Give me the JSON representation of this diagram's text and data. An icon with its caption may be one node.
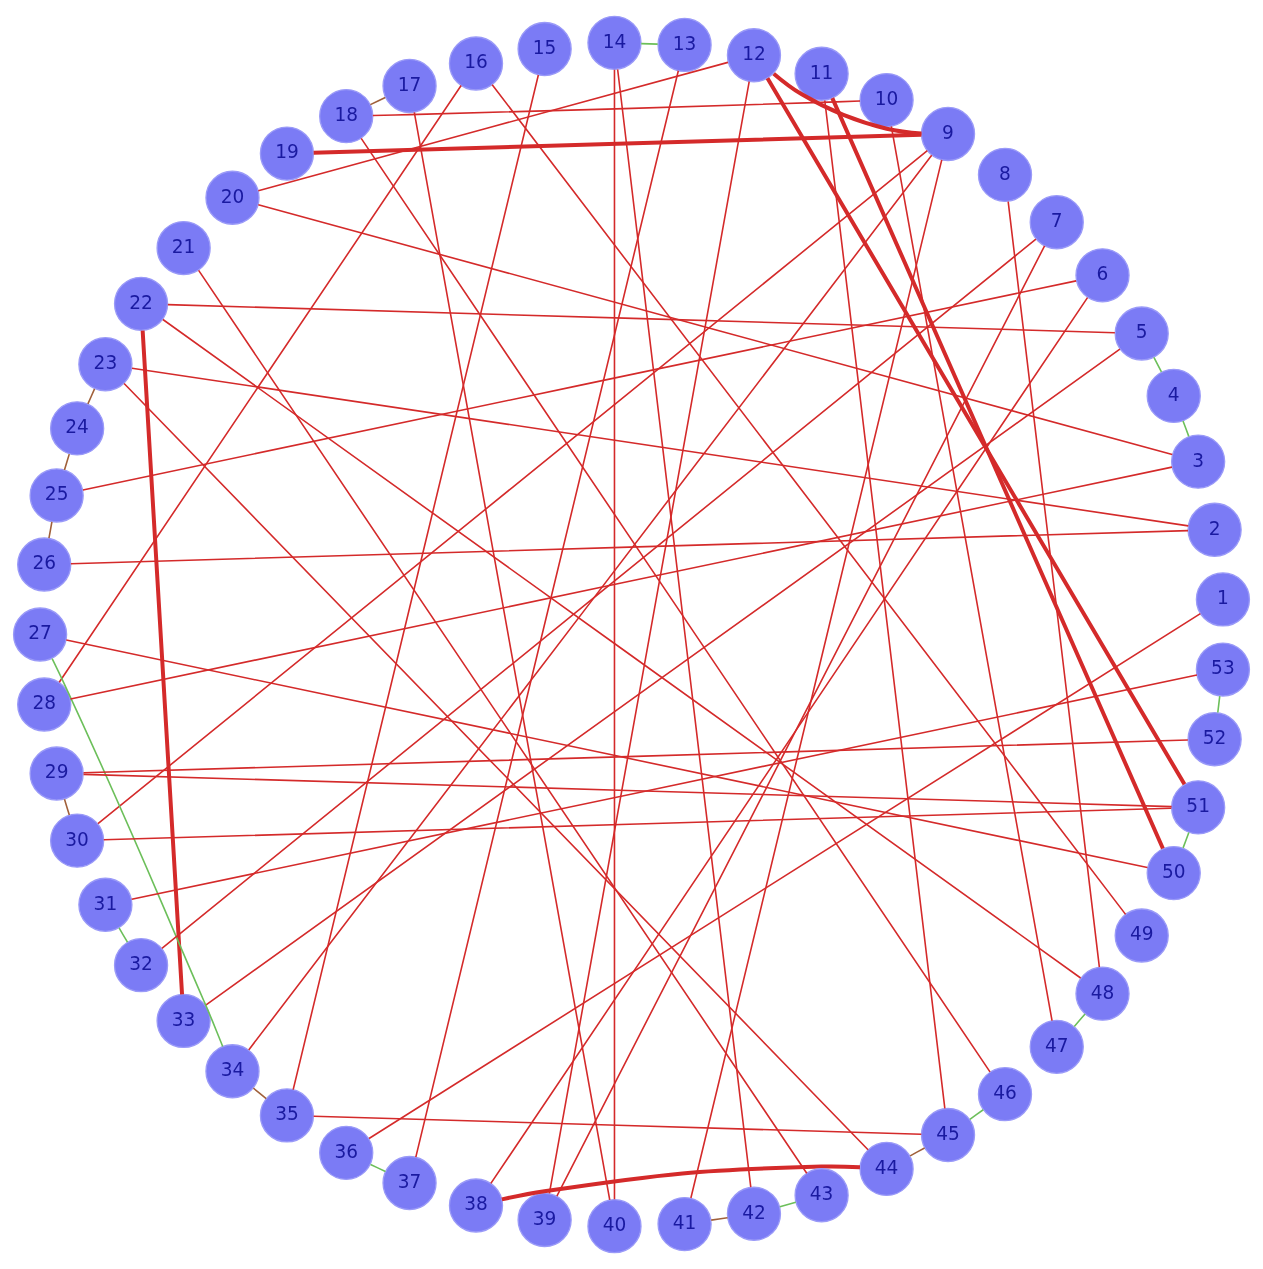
{
  "diagram": {
    "nodes": [
      {
        "text": [
          "1"
        ]
      },
      {
        "text": [
          "2"
        ]
      },
      {
        "text": [
          "3"
        ]
      },
      {
        "text": [
          "4"
        ]
      },
      {
        "text": [
          "5"
        ]
      },
      {
        "text": [
          "6"
        ]
      },
      {
        "text": [
          "7"
        ]
      },
      {
        "text": [
          "8"
        ]
      },
      {
        "text": [
          "9"
        ]
      },
      {
        "text": [
          "10"
        ]
      },
      {
        "text": [
          "11"
        ]
      },
      {
        "text": [
          "12"
        ]
      },
      {
        "text": [
          "13"
        ]
      },
      {
        "text": [
          "14"
        ]
      },
      {
        "text": [
          "15"
        ]
      },
      {
        "text": [
          "16"
        ]
      },
      {
        "text": [
          "17"
        ]
      },
      {
        "text": [
          "18"
        ]
      },
      {
        "text": [
          "19"
        ]
      },
      {
        "text": [
          "20"
        ]
      },
      {
        "text": [
          "21"
        ]
      },
      {
        "text": [
          "22"
        ]
      },
      {
        "text": [
          "23"
        ]
      },
      {
        "text": [
          "24"
        ]
      },
      {
        "text": [
          "25"
        ]
      },
      {
        "text": [
          "26"
        ]
      },
      {
        "text": [
          "27"
        ]
      },
      {
        "text": [
          "28"
        ]
      },
      {
        "text": [
          "29"
        ]
      },
      {
        "text": [
          "30"
        ]
      },
      {
        "text": [
          "31"
        ]
      },
      {
        "text": [
          "32"
        ]
      },
      {
        "text": [
          "33"
        ]
      },
      {
        "text": [
          "34"
        ]
      },
      {
        "text": [
          "35"
        ]
      },
      {
        "text": [
          "36"
        ]
      },
      {
        "text": [
          "37"
        ]
      },
      {
        "text": [
          "38"
        ]
      },
      {
        "text": [
          "39"
        ]
      },
      {
        "text": [
          "40"
        ]
      },
      {
        "text": [
          "41"
        ]
      },
      {
        "text": [
          "42"
        ]
      },
      {
        "text": [
          "43"
        ]
      },
      {
        "text": [
          "44"
        ]
      },
      {
        "text": [
          "45"
        ]
      },
      {
        "text": [
          "46"
        ]
      },
      {
        "text": [
          "47"
        ]
      },
      {
        "text": [
          "48"
        ]
      },
      {
        "text": [
          "49"
        ]
      },
      {
        "text": [
          "50"
        ]
      },
      {
        "text": [
          "51"
        ]
      },
      {
        "text": [
          "52"
        ]
      },
      {
        "text": [
          "53"
        ]
      }
    ],
    "edges": [
      {
        "from": 11,
        "to": 50,
        "arrow": "none",
        "style": "thick"
      },
      {
        "from": 11,
        "to": 8,
        "arrow": "none",
        "style": "thick"
      },
      {
        "from": 8,
        "to": 33,
        "arrow": "none"
      },
      {
        "from": 8,
        "to": 29,
        "arrow": "none"
      },
      {
        "from": 8,
        "to": 40,
        "arrow": "none"
      },
      {
        "from": 10,
        "to": 49,
        "arrow": "none",
        "style": "thick"
      },
      {
        "from": 10,
        "to": 44,
        "arrow": "none"
      },
      {
        "from": 9,
        "to": 46,
        "arrow": "none"
      },
      {
        "from": 18,
        "to": 8,
        "arrow": "none",
        "style": "thick"
      },
      {
        "from": 19,
        "to": 11,
        "arrow": "none"
      },
      {
        "from": 19,
        "to": 2,
        "arrow": "none"
      },
      {
        "from": 21,
        "to": 32,
        "arrow": "none",
        "style": "thick"
      },
      {
        "from": 21,
        "to": 4,
        "arrow": "none"
      },
      {
        "from": 22,
        "to": 23,
        "arrow": "none",
        "color": "#a0603a"
      },
      {
        "from": 23,
        "to": 24,
        "arrow": "none",
        "color": "#a0603a"
      },
      {
        "from": 24,
        "to": 25,
        "arrow": "none",
        "color": "#a0603a"
      },
      {
        "from": 25,
        "to": 1,
        "arrow": "none"
      },
      {
        "from": 26,
        "to": 33,
        "arrow": "none",
        "color": "#6cbf5a"
      },
      {
        "from": 27,
        "to": 2,
        "arrow": "none"
      },
      {
        "from": 28,
        "to": 29,
        "arrow": "none",
        "color": "#a0603a"
      },
      {
        "from": 28,
        "to": 51,
        "arrow": "none"
      },
      {
        "from": 29,
        "to": 50,
        "arrow": "none"
      },
      {
        "from": 30,
        "to": 31,
        "arrow": "none",
        "color": "#6cbf5a"
      },
      {
        "from": 33,
        "to": 34,
        "arrow": "none",
        "color": "#a0603a"
      },
      {
        "from": 34,
        "to": 14,
        "arrow": "none"
      },
      {
        "from": 34,
        "to": 44,
        "arrow": "none"
      },
      {
        "from": 35,
        "to": 36,
        "arrow": "none",
        "color": "#6cbf5a"
      },
      {
        "from": 37,
        "to": 43,
        "arrow": "none",
        "style": "thick"
      },
      {
        "from": 37,
        "to": 5,
        "arrow": "none"
      },
      {
        "from": 38,
        "to": 11,
        "arrow": "none"
      },
      {
        "from": 39,
        "to": 13,
        "arrow": "none"
      },
      {
        "from": 40,
        "to": 41,
        "arrow": "none",
        "color": "#a0603a"
      },
      {
        "from": 41,
        "to": 42,
        "arrow": "none",
        "color": "#6cbf5a"
      },
      {
        "from": 42,
        "to": 20,
        "arrow": "none"
      },
      {
        "from": 43,
        "to": 44,
        "arrow": "none",
        "color": "#a0603a"
      },
      {
        "from": 43,
        "to": 22,
        "arrow": "none"
      },
      {
        "from": 44,
        "to": 45,
        "arrow": "none",
        "color": "#6cbf5a"
      },
      {
        "from": 45,
        "to": 17,
        "arrow": "none"
      },
      {
        "from": 46,
        "to": 47,
        "arrow": "none",
        "color": "#6cbf5a"
      },
      {
        "from": 49,
        "to": 50,
        "arrow": "none",
        "color": "#6cbf5a"
      },
      {
        "from": 49,
        "to": 26,
        "arrow": "none"
      },
      {
        "from": 50,
        "to": 28,
        "arrow": "none"
      },
      {
        "from": 51,
        "to": 52,
        "arrow": "none",
        "color": "#6cbf5a"
      },
      {
        "from": 52,
        "to": 30,
        "arrow": "none"
      },
      {
        "from": 0,
        "to": 35,
        "arrow": "none"
      },
      {
        "from": 2,
        "to": 3,
        "arrow": "none",
        "color": "#6cbf5a"
      },
      {
        "from": 3,
        "to": 4,
        "arrow": "none",
        "color": "#6cbf5a"
      },
      {
        "from": 5,
        "to": 24,
        "arrow": "none"
      },
      {
        "from": 6,
        "to": 38,
        "arrow": "none"
      },
      {
        "from": 7,
        "to": 47,
        "arrow": "none"
      },
      {
        "from": 12,
        "to": 13,
        "arrow": "none",
        "color": "#6cbf5a"
      },
      {
        "from": 15,
        "to": 27,
        "arrow": "none"
      },
      {
        "from": 16,
        "to": 17,
        "arrow": "none",
        "color": "#a0603a"
      },
      {
        "from": 16,
        "to": 39,
        "arrow": "none"
      },
      {
        "from": 17,
        "to": 9,
        "arrow": "none"
      },
      {
        "from": 13,
        "to": 41,
        "arrow": "none"
      },
      {
        "from": 1,
        "to": 22,
        "arrow": "none"
      },
      {
        "from": 4,
        "to": 32,
        "arrow": "none"
      },
      {
        "from": 31,
        "to": 6,
        "arrow": "none"
      },
      {
        "from": 36,
        "to": 12,
        "arrow": "none"
      },
      {
        "from": 47,
        "to": 21,
        "arrow": "none"
      },
      {
        "from": 48,
        "to": 15,
        "arrow": "none"
      }
    ]
  }
}
